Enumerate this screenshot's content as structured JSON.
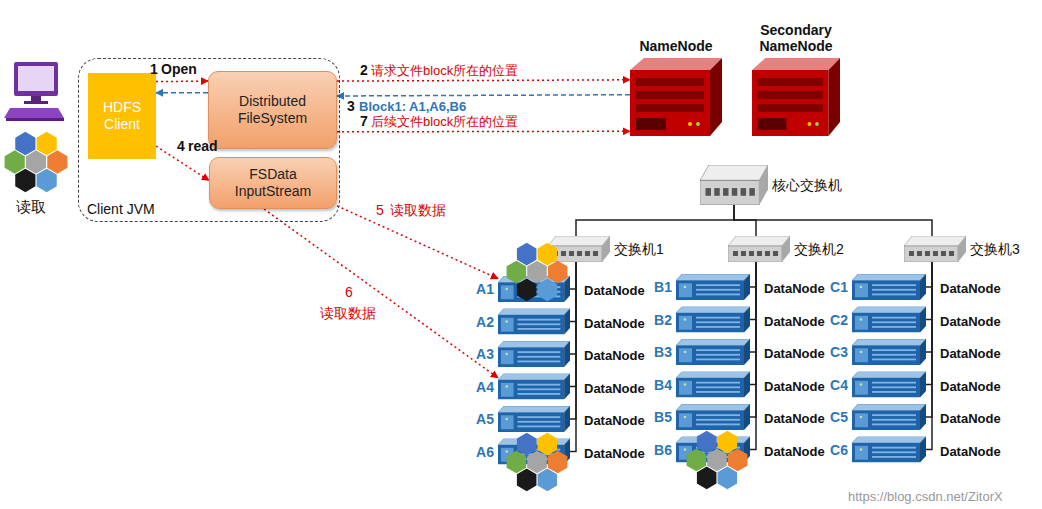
{
  "diagram": {
    "nodes": [
      {
        "text": [
          "Client JVM"
        ]
      },
      {
        "text": [
          "HDFS Client"
        ],
        "in": 0
      },
      {
        "text": [
          "Distributed FileSystem"
        ],
        "in": 0
      },
      {
        "text": [
          "FSData InputStream"
        ],
        "in": 0
      },
      {
        "text": [
          "NameNode"
        ]
      },
      {
        "text": [
          "Secondary NameNode"
        ]
      },
      {
        "text": [
          "核心交换机"
        ]
      },
      {
        "text": [
          "交换机1"
        ]
      },
      {
        "text": [
          "交换机2"
        ]
      },
      {
        "text": [
          "交换机3"
        ]
      },
      {
        "text": [
          "A1",
          "DataNode"
        ]
      },
      {
        "text": [
          "A2",
          "DataNode"
        ]
      },
      {
        "text": [
          "A3",
          "DataNode"
        ]
      },
      {
        "text": [
          "A4",
          "DataNode"
        ]
      },
      {
        "text": [
          "A5",
          "DataNode"
        ]
      },
      {
        "text": [
          "A6",
          "DataNode"
        ]
      },
      {
        "text": [
          "B1",
          "DataNode"
        ]
      },
      {
        "text": [
          "B2",
          "DataNode"
        ]
      },
      {
        "text": [
          "B3",
          "DataNode"
        ]
      },
      {
        "text": [
          "B4",
          "DataNode"
        ]
      },
      {
        "text": [
          "B5",
          "DataNode"
        ]
      },
      {
        "text": [
          "B6",
          "DataNode"
        ]
      },
      {
        "text": [
          "C1",
          "DataNode"
        ]
      },
      {
        "text": [
          "C2",
          "DataNode"
        ]
      },
      {
        "text": [
          "C3",
          "DataNode"
        ]
      },
      {
        "text": [
          "C4",
          "DataNode"
        ]
      },
      {
        "text": [
          "C5",
          "DataNode"
        ]
      },
      {
        "text": [
          "C6",
          "DataNode"
        ]
      }
    ],
    "edges": [
      {
        "from": 1,
        "to": 2,
        "arrow": "to",
        "label": "Open"
      },
      {
        "from": 2,
        "to": 1,
        "arrow": "to"
      },
      {
        "from": 2,
        "to": 4,
        "arrow": "to",
        "label": "请求文件block所在的位置"
      },
      {
        "from": 4,
        "to": 2,
        "arrow": "to",
        "label": "Block1: A1,A6,B6"
      },
      {
        "from": 2,
        "to": 4,
        "arrow": "to",
        "label": "后续文件block所在的位置"
      },
      {
        "from": 1,
        "to": 3,
        "arrow": "to",
        "label": "read"
      },
      {
        "from": 3,
        "to": 10,
        "arrow": "to",
        "label": "读取数据"
      },
      {
        "from": 3,
        "to": 13,
        "arrow": "to",
        "label": "读取数据"
      },
      {
        "from": 6,
        "to": 7,
        "arrow": "none"
      },
      {
        "from": 6,
        "to": 8,
        "arrow": "none"
      },
      {
        "from": 6,
        "to": 9,
        "arrow": "none"
      },
      {
        "from": 7,
        "to": 10,
        "arrow": "none"
      },
      {
        "from": 7,
        "to": 11,
        "arrow": "none"
      },
      {
        "from": 7,
        "to": 12,
        "arrow": "none"
      },
      {
        "from": 7,
        "to": 13,
        "arrow": "none"
      },
      {
        "from": 7,
        "to": 14,
        "arrow": "none"
      },
      {
        "from": 7,
        "to": 15,
        "arrow": "none"
      },
      {
        "from": 8,
        "to": 16,
        "arrow": "none"
      },
      {
        "from": 8,
        "to": 17,
        "arrow": "none"
      },
      {
        "from": 8,
        "to": 18,
        "arrow": "none"
      },
      {
        "from": 8,
        "to": 19,
        "arrow": "none"
      },
      {
        "from": 8,
        "to": 20,
        "arrow": "none"
      },
      {
        "from": 8,
        "to": 21,
        "arrow": "none"
      },
      {
        "from": 9,
        "to": 22,
        "arrow": "none"
      },
      {
        "from": 9,
        "to": 23,
        "arrow": "none"
      },
      {
        "from": 9,
        "to": 24,
        "arrow": "none"
      },
      {
        "from": 9,
        "to": 25,
        "arrow": "none"
      },
      {
        "from": 9,
        "to": 26,
        "arrow": "none"
      },
      {
        "from": 9,
        "to": 27,
        "arrow": "none"
      }
    ],
    "labels": [
      "读取",
      "1",
      "2",
      "3",
      "7",
      "4",
      "5",
      "6",
      "https://blog.csdn.net/ZitorX"
    ]
  }
}
